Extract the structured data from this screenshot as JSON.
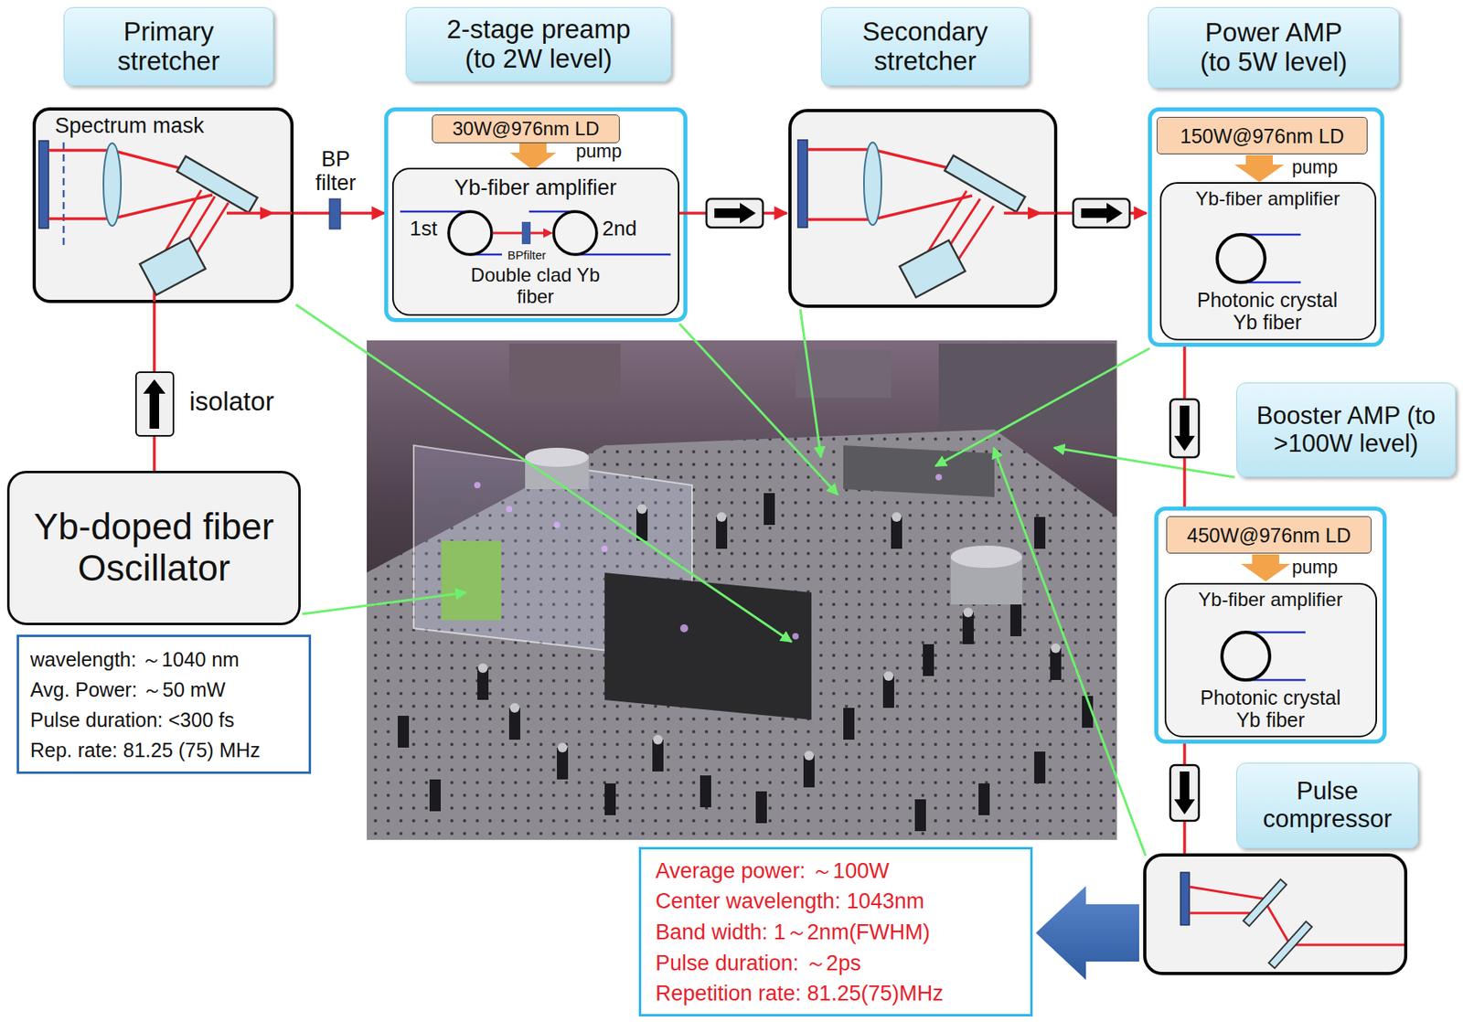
{
  "diagram": {
    "nodes": [
      {
        "text": [
          "Primary stretcher"
        ]
      },
      {
        "text": [
          "2-stage preamp (to 2W level)"
        ]
      },
      {
        "text": [
          "Secondary stretcher"
        ]
      },
      {
        "text": [
          "Power AMP (to 5W level)"
        ]
      },
      {
        "text": [
          "Spectrum mask"
        ]
      },
      {
        "text": [
          "pump"
        ]
      },
      {
        "text": [
          "30W@976nm LD"
        ],
        "in": 5
      },
      {
        "text": [
          "Yb-fiber amplifier",
          "1st",
          "BPfilter",
          "2nd",
          "Double clad Yb fiber"
        ],
        "in": 5
      },
      {
        "text": [
          "pump"
        ]
      },
      {
        "text": [
          "150W@976nm LD"
        ],
        "in": 8
      },
      {
        "text": [
          "Yb-fiber amplifier",
          "Photonic crystal Yb fiber"
        ],
        "in": 8
      },
      {
        "text": [
          "Booster AMP (to >100W level)"
        ]
      },
      {
        "text": [
          "pump"
        ]
      },
      {
        "text": [
          "450W@976nm LD"
        ],
        "in": 12
      },
      {
        "text": [
          "Yb-fiber amplifier",
          "Photonic crystal Yb fiber"
        ],
        "in": 12
      },
      {
        "text": [
          "isolator"
        ]
      },
      {
        "text": [
          "Yb-doped fiber Oscillator"
        ]
      },
      {
        "text": [
          "wavelength: ～1040 nm",
          "Avg. Power: ～50 mW",
          "Pulse duration: <300 fs",
          "Rep. rate: 81.25 (75) MHz"
        ]
      },
      {
        "text": [
          "Pulse compressor"
        ]
      },
      {
        "text": [
          "Average power: ～100W",
          "Center wavelength: 1043nm",
          "Band width: 1～2nm(FWHM)",
          "Pulse duration: ～2ps",
          "Repetition rate: 81.25(75)MHz"
        ]
      }
    ],
    "edges": [
      {
        "from": 16,
        "to": 15,
        "arrow": "none"
      },
      {
        "from": 15,
        "to": 4,
        "arrow": "none"
      },
      {
        "from": 4,
        "to": 5,
        "arrow": "to"
      },
      {
        "from": 8,
        "to": 12,
        "arrow": "none"
      }
    ],
    "labels": [
      "BP filter"
    ]
  }
}
